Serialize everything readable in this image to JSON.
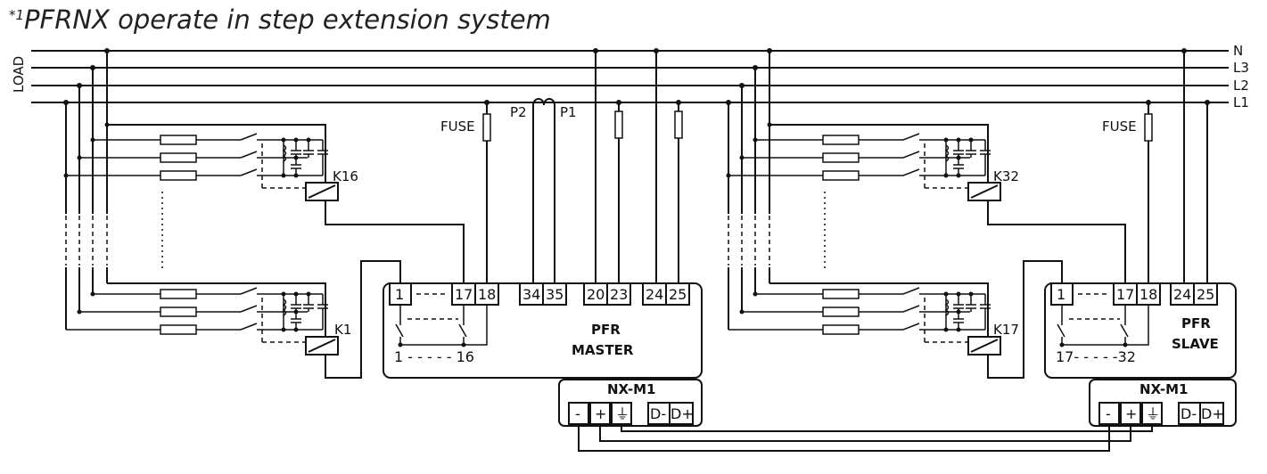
{
  "title": {
    "marker": "*1",
    "text": "PFRNX operate in step extension system"
  },
  "bus": {
    "side_label": "LOAD",
    "lines": [
      "N",
      "L3",
      "L2",
      "L1"
    ]
  },
  "measurement": {
    "fuse_label": "FUSE",
    "ct_p2": "P2",
    "ct_p1": "P1"
  },
  "contactors": {
    "k16": "K16",
    "k1": "K1",
    "k32": "K32",
    "k17": "K17"
  },
  "master": {
    "name_line1": "PFR",
    "name_line2": "MASTER",
    "terminals": [
      "1",
      "17",
      "18",
      "34",
      "35",
      "20",
      "23",
      "24",
      "25"
    ],
    "relay_range": "1 - - - - - 16"
  },
  "slave": {
    "name_line1": "PFR",
    "name_line2": "SLAVE",
    "terminals": [
      "1",
      "17",
      "18",
      "24",
      "25"
    ],
    "relay_range": "17- - - - -32"
  },
  "module": {
    "name": "NX-M1",
    "terminals": [
      "-",
      "+",
      "⏚",
      "D-",
      "D+"
    ]
  }
}
